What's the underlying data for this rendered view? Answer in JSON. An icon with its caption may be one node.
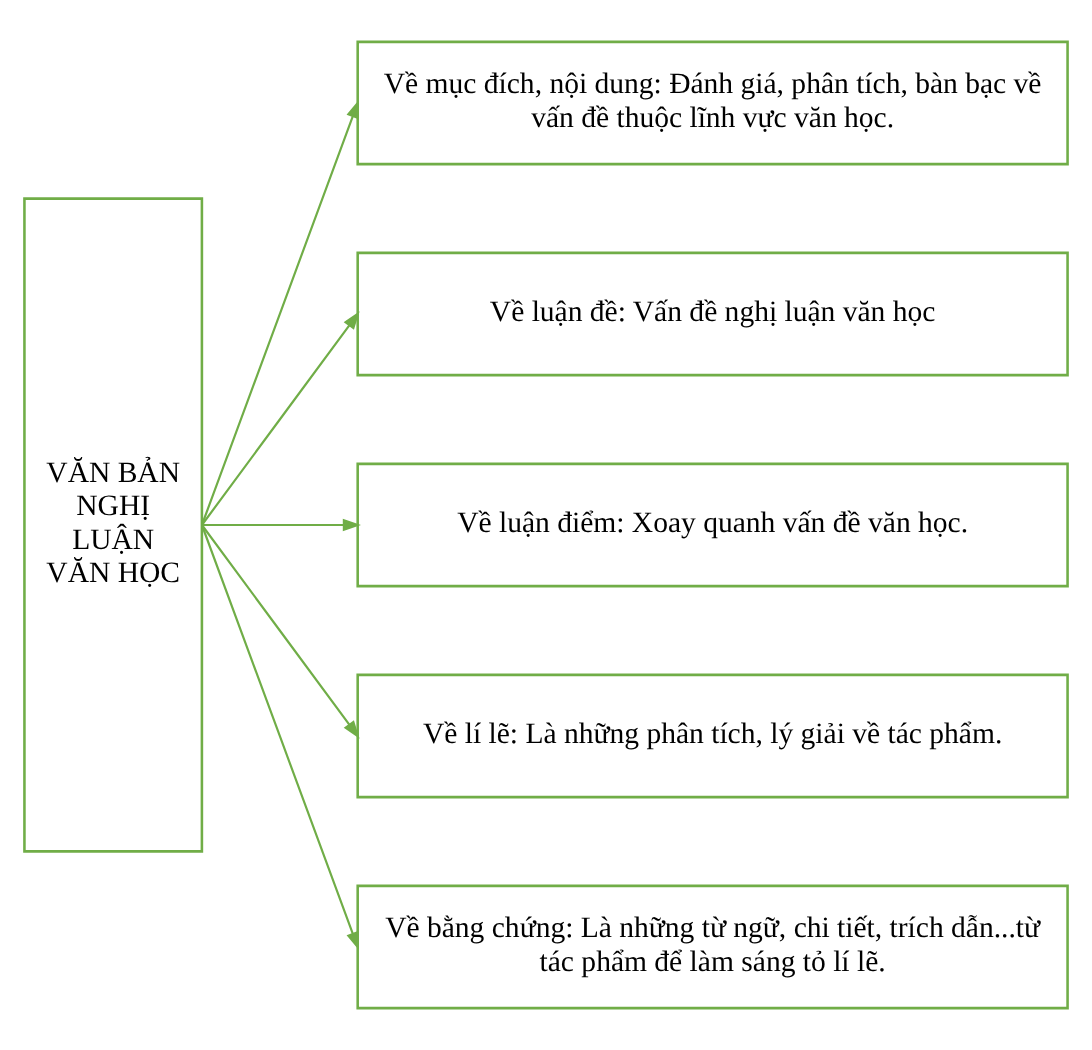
{
  "diagram": {
    "nodes": [
      {
        "text": [
          "VĂN BẢN NGHỊ LUẬN VĂN HỌC"
        ]
      },
      {
        "text": [
          "Về mục đích, nội dung: Đánh giá, phân tích, bàn bạc về vấn đề thuộc lĩnh vực văn học."
        ]
      },
      {
        "text": [
          "Về luận đề: Vấn đề nghị luận văn học"
        ]
      },
      {
        "text": [
          "Về luận điểm: Xoay quanh vấn đề văn học."
        ]
      },
      {
        "text": [
          "Về lí lẽ: Là những phân tích, lý giải về tác phẩm."
        ]
      },
      {
        "text": [
          "Về bằng chứng: Là những từ ngữ, chi tiết, trích dẫn...từ tác phẩm để làm sáng tỏ lí lẽ."
        ]
      }
    ],
    "edges": [
      {
        "from": 0,
        "to": 1,
        "arrow": "to"
      },
      {
        "from": 0,
        "to": 2,
        "arrow": "to"
      },
      {
        "from": 0,
        "to": 3,
        "arrow": "to"
      },
      {
        "from": 0,
        "to": 4,
        "arrow": "to"
      },
      {
        "from": 0,
        "to": 5,
        "arrow": "to"
      }
    ]
  }
}
